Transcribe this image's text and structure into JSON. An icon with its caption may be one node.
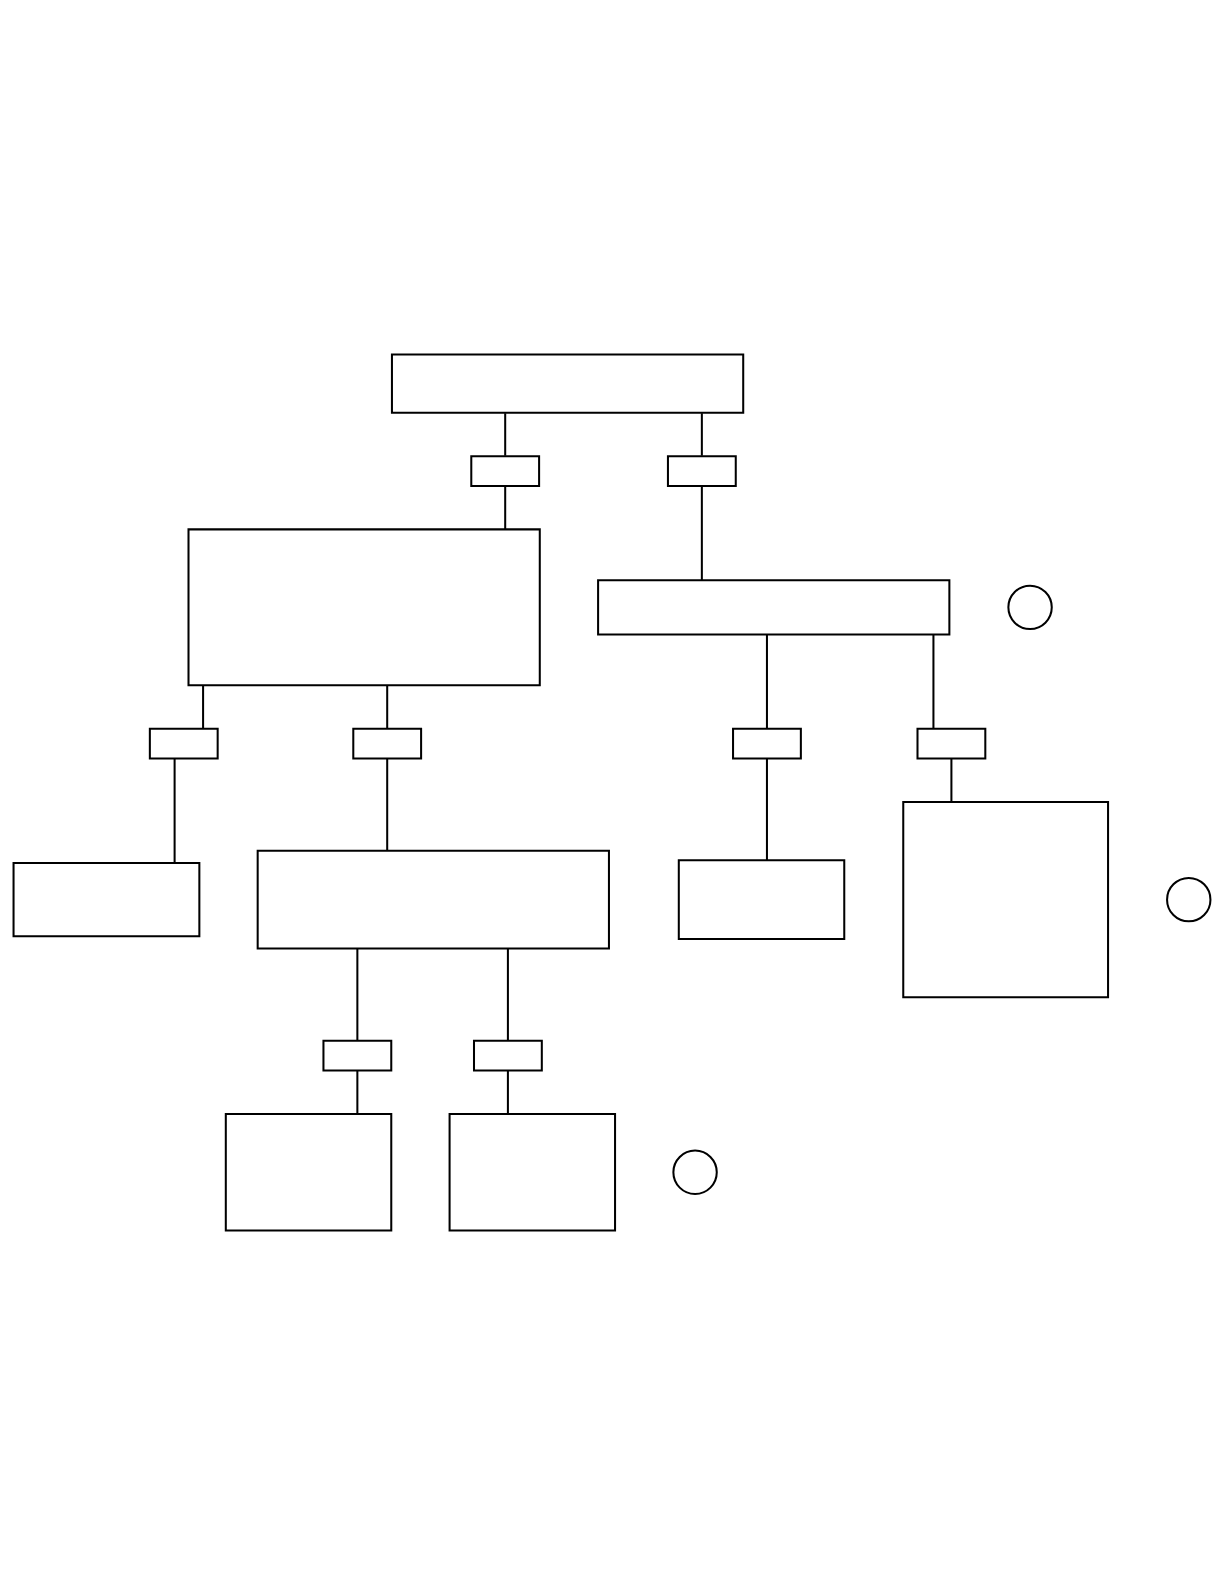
{
  "diagram": {
    "nodes": [
      {
        "text": [],
        "shape": "box"
      },
      {
        "text": [],
        "shape": "box"
      },
      {
        "text": [],
        "shape": "box"
      },
      {
        "text": [],
        "shape": "box"
      },
      {
        "text": [],
        "shape": "box"
      },
      {
        "text": [],
        "shape": "circle"
      },
      {
        "text": [],
        "shape": "box"
      },
      {
        "text": [],
        "shape": "box"
      },
      {
        "text": [],
        "shape": "box"
      },
      {
        "text": [],
        "shape": "box"
      },
      {
        "text": [],
        "shape": "box"
      },
      {
        "text": [],
        "shape": "box"
      },
      {
        "text": [],
        "shape": "circle"
      },
      {
        "text": [],
        "shape": "box"
      },
      {
        "text": [],
        "shape": "box"
      },
      {
        "text": [],
        "shape": "box"
      },
      {
        "text": [],
        "shape": "box"
      },
      {
        "text": [],
        "shape": "circle"
      },
      {
        "text": [],
        "shape": "box"
      },
      {
        "text": [],
        "shape": "box"
      }
    ],
    "edges": [
      {
        "from": 0,
        "to": 1,
        "arrow": "none"
      },
      {
        "from": 0,
        "to": 2,
        "arrow": "none"
      },
      {
        "from": 1,
        "to": 4,
        "arrow": "none"
      },
      {
        "from": 2,
        "to": 3,
        "arrow": "none"
      },
      {
        "from": 3,
        "to": 6,
        "arrow": "none"
      },
      {
        "from": 3,
        "to": 7,
        "arrow": "none"
      },
      {
        "from": 6,
        "to": 8,
        "arrow": "none"
      },
      {
        "from": 7,
        "to": 9,
        "arrow": "none"
      },
      {
        "from": 4,
        "to": 10,
        "arrow": "none"
      },
      {
        "from": 4,
        "to": 11,
        "arrow": "none"
      },
      {
        "from": 10,
        "to": 13,
        "arrow": "none"
      },
      {
        "from": 11,
        "to": 14,
        "arrow": "none"
      },
      {
        "from": 14,
        "to": 15,
        "arrow": "none"
      },
      {
        "from": 14,
        "to": 16,
        "arrow": "none"
      },
      {
        "from": 15,
        "to": 18,
        "arrow": "none"
      },
      {
        "from": 16,
        "to": 19,
        "arrow": "none"
      }
    ]
  }
}
